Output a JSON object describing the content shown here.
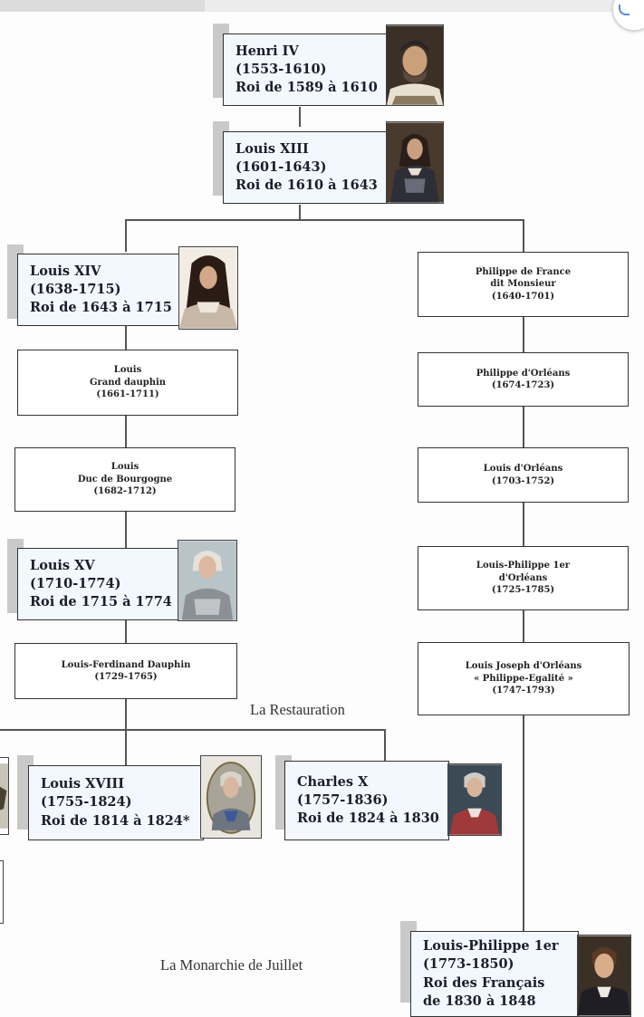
{
  "kings": {
    "henri4": {
      "name": "Henri IV",
      "dates": "(1553-1610)",
      "reign": "Roi de 1589 à 1610"
    },
    "louis13": {
      "name": "Louis XIII",
      "dates": "(1601-1643)",
      "reign": "Roi de 1610 à 1643"
    },
    "louis14": {
      "name": "Louis XIV",
      "dates": "(1638-1715)",
      "reign": "Roi de 1643 à 1715"
    },
    "louis15": {
      "name": "Louis XV",
      "dates": "(1710-1774)",
      "reign": "Roi de 1715 à 1774"
    },
    "louis18": {
      "name": "Louis XVIII",
      "dates": "(1755-1824)",
      "reign": "Roi de 1814 à 1824*"
    },
    "charles10": {
      "name": "Charles X",
      "dates": "(1757-1836)",
      "reign": "Roi de 1824 à 1830"
    },
    "louisphilippe": {
      "name": "Louis-Philippe 1er",
      "dates": "(1773-1850)",
      "reign1": "Roi des Français",
      "reign2": "de 1830 à 1848"
    }
  },
  "persons": {
    "philippe_france": {
      "l1": "Philippe de France",
      "l2": "dit Monsieur",
      "l3": "(1640-1701)"
    },
    "grand_dauphin": {
      "l1": "Louis",
      "l2": "Grand dauphin",
      "l3": "(1661-1711)"
    },
    "philippe_orleans": {
      "l1": "Philippe d'Orléans",
      "l2": "(1674-1723)"
    },
    "duc_bourgogne": {
      "l1": "Louis",
      "l2": "Duc de Bourgogne",
      "l3": "(1682-1712)"
    },
    "louis_orleans": {
      "l1": "Louis d'Orléans",
      "l2": "(1703-1752)"
    },
    "louis_philippe_1": {
      "l1": "Louis-Philippe 1er",
      "l2": "d'Orléans",
      "l3": "(1725-1785)"
    },
    "louis_ferdinand": {
      "l1": "Louis-Ferdinand Dauphin",
      "l2": "(1729-1765)"
    },
    "louis_joseph": {
      "l1": "Louis Joseph d'Orléans",
      "l2": "« Philippe-Egalité »",
      "l3": "(1747-1793)"
    }
  },
  "labels": {
    "restauration": "La Restauration",
    "monarchie_juillet": "La Monarchie de Juillet"
  },
  "colors": {
    "king_box": "#f3f8ff",
    "shadow": "#c9c9c9",
    "line": "#555555"
  }
}
